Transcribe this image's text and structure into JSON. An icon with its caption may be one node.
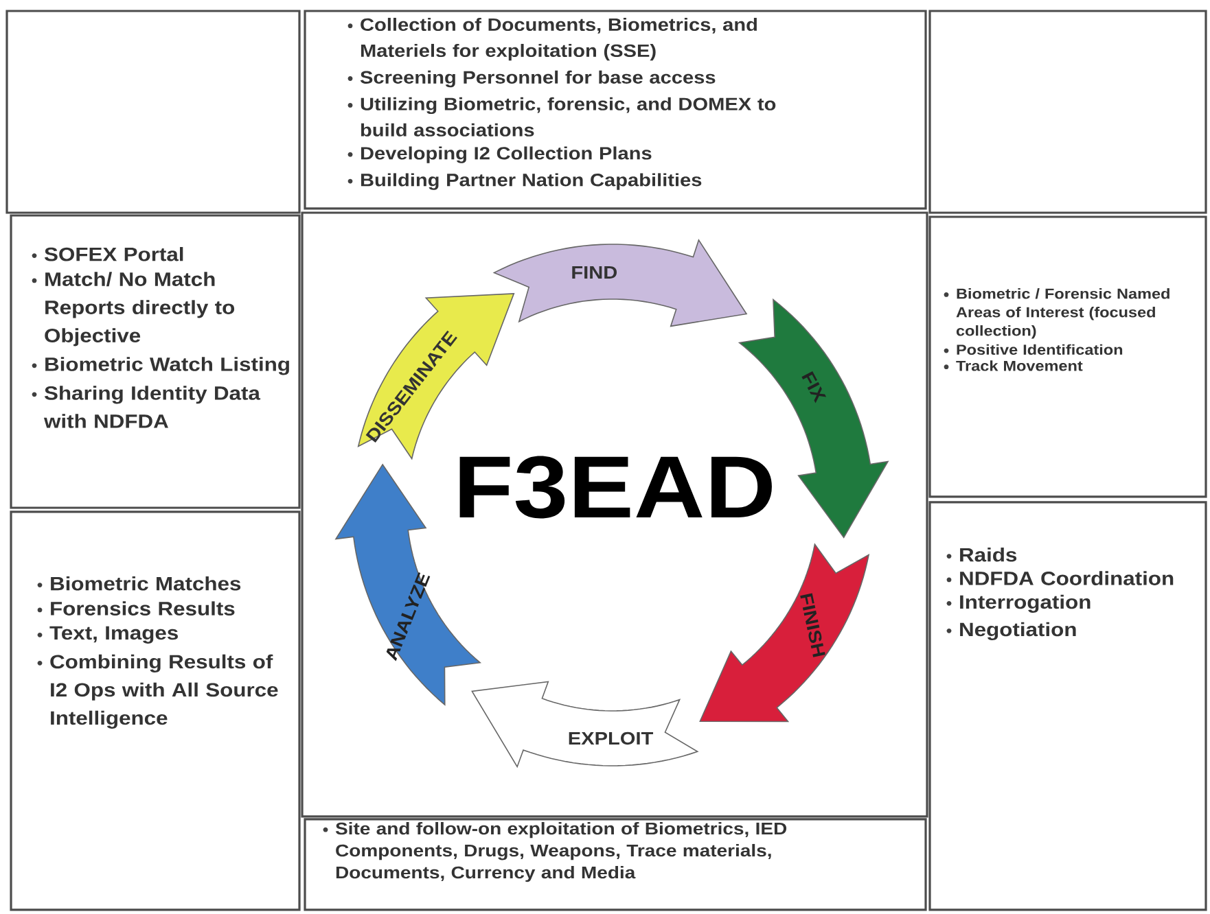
{
  "diagram": {
    "nodes": [
      {
        "text": [],
        "shape": "box"
      },
      {
        "text": [
          "Collection of Documents, Biometrics, and Materiels for exploitation (SSE)",
          "Screening Personnel for base access",
          "Utilizing Biometric, forensic, and DOMEX to build associations",
          "Developing I2 Collection Plans",
          "Building Partner Nation Capabilities"
        ]
      },
      {
        "text": [],
        "shape": "box"
      },
      {
        "text": [
          "SOFEX Portal",
          "Match/ No Match Reports directly to Objective",
          "Biometric Watch Listing",
          "Sharing Identity Data with NDFDA"
        ]
      },
      {
        "text": [
          "F3EAD"
        ]
      },
      {
        "text": [
          "FIND"
        ],
        "in": 4
      },
      {
        "text": [
          "FIX"
        ],
        "in": 4
      },
      {
        "text": [
          "FINISH"
        ],
        "in": 4
      },
      {
        "text": [
          "EXPLOIT"
        ],
        "in": 4
      },
      {
        "text": [
          "ANALYZE"
        ],
        "in": 4
      },
      {
        "text": [
          "DISSEMINATE"
        ],
        "in": 4
      },
      {
        "text": [
          "Biometric / Forensic Named Areas of Interest (focused collection)",
          "Positive Identification",
          "Track Movement"
        ]
      },
      {
        "text": [
          "Biometric Matches",
          "Forensics Results",
          "Text, Images",
          "Combining Results of I2 Ops with All Source Intelligence"
        ]
      },
      {
        "text": [
          "Site and follow-on exploitation of Biometrics, IED Components, Drugs, Weapons, Trace materials, Documents, Currency and Media"
        ]
      },
      {
        "text": [
          "Raids",
          "NDFDA Coordination",
          "Interrogation",
          "Negotiation"
        ]
      }
    ]
  }
}
